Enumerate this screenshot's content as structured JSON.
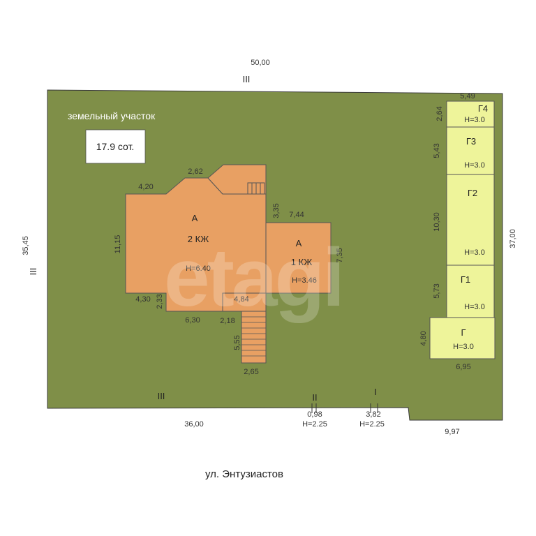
{
  "colors": {
    "plot": "#7f8f48",
    "plot_edge": "#3a3a3a",
    "house": "#e8a063",
    "outbuilding": "#eef49a",
    "stairs": "#e8a063"
  },
  "plot": {
    "label": "земельный участок",
    "area": "17.9 сот.",
    "dims": {
      "top": "50,00",
      "left": "35,45",
      "right": "37,00",
      "bottom_left": "36,00",
      "bottom_right": "9,97"
    },
    "zone_labels": {
      "top": "III",
      "left": "III",
      "bottom_left": "III",
      "bottom_mid": "II",
      "bottom_right": "I"
    },
    "gates": [
      {
        "width": "0,98",
        "height": "H=2.25"
      },
      {
        "width": "3,82",
        "height": "H=2.25"
      }
    ]
  },
  "house_main": {
    "letter": "А",
    "floors": "2 КЖ",
    "height": "H=6.40",
    "dims": [
      "4,20",
      "2,62",
      "3,35",
      "11,15",
      "4,30",
      "2,33",
      "6,30",
      "2,18",
      "4,84",
      "5,55",
      "2,65"
    ]
  },
  "house_annex": {
    "letter": "А",
    "floors": "1 КЖ",
    "height": "H=3.46",
    "dims": [
      "7,44",
      "7,35"
    ]
  },
  "outbuildings": [
    {
      "name": "Г4",
      "height": "H=3.0",
      "dim": "2,64"
    },
    {
      "name": "Г3",
      "height": "H=3.0",
      "dim": "5,43"
    },
    {
      "name": "Г2",
      "height": "H=3.0",
      "dim": "10,30"
    },
    {
      "name": "Г1",
      "height": "H=3.0",
      "dim": "5,73"
    },
    {
      "name": "Г",
      "height": "H=3.0",
      "dim": "4,80"
    }
  ],
  "outbuildings_dims": {
    "top": "5,49",
    "bottom": "6,95"
  },
  "street": "ул. Энтузиастов",
  "watermark": "etagi"
}
